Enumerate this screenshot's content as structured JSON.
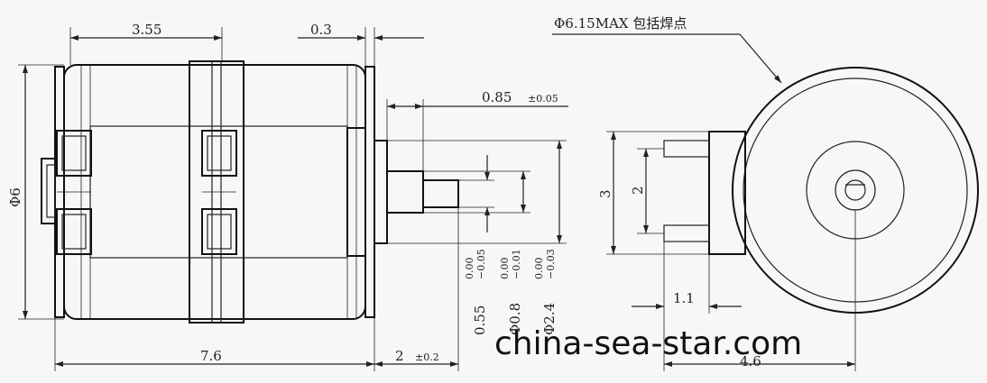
{
  "labels": {
    "d355": "3.55",
    "d03": "0.3",
    "d615": "Φ6.15MAX 包括焊点",
    "d085": "0.85",
    "d085tol": "±0.05",
    "d6": "Φ6",
    "d76": "7.6",
    "d2": "2",
    "d2tol": "±0.2",
    "d055": "0.55",
    "d055up": "0.00",
    "d055dn": "−0.05",
    "d08": "Φ0.8",
    "d08up": "0.00",
    "d08dn": "−0.01",
    "d24": "Φ2.4",
    "d24up": "0.00",
    "d24dn": "−0.03",
    "d3": "3",
    "d2v": "2",
    "d11": "1.1",
    "d46": "4.6"
  },
  "watermark": "china-sea-star.com"
}
